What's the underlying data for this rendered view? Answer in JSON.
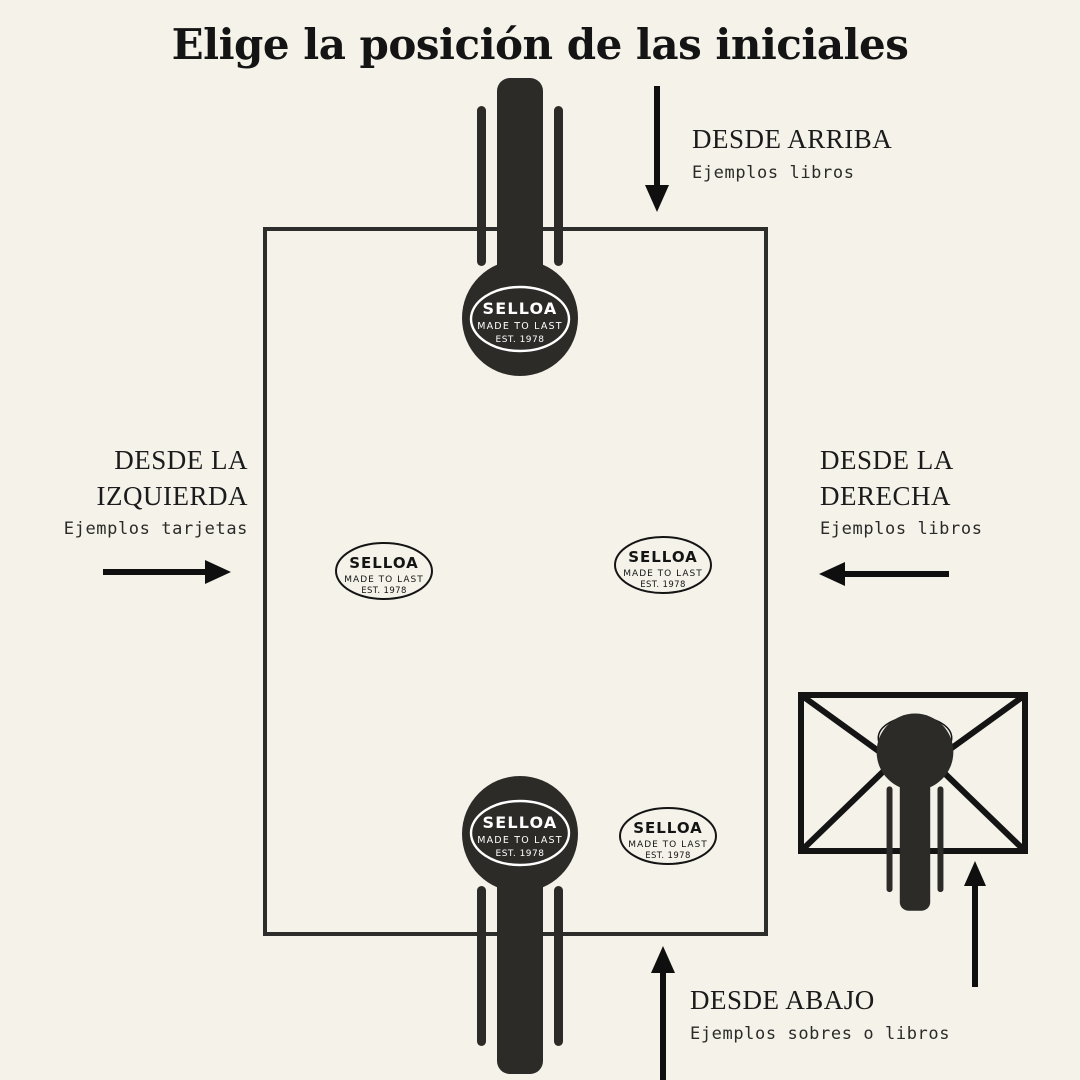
{
  "page": {
    "title": "Elige la posición de las iniciales",
    "background_color": "#f4f2e9",
    "ink_color": "#1b1b1b"
  },
  "labels": {
    "top": {
      "heading": "DESDE ARRIBA",
      "subtext": "Ejemplos libros"
    },
    "left": {
      "heading_line1": "DESDE LA",
      "heading_line2": "IZQUIERDA",
      "subtext": "Ejemplos tarjetas"
    },
    "right": {
      "heading_line1": "DESDE LA",
      "heading_line2": "DERECHA",
      "subtext": "Ejemplos libros"
    },
    "bottom": {
      "heading": "DESDE ABAJO",
      "subtext": "Ejemplos sobres o libros"
    }
  },
  "stamp": {
    "brand": "SELLOA",
    "tagline": "MADE TO LAST",
    "established": "EST. 1978",
    "body_color": "#2d2b28",
    "seal_outline_color": "#ffffff",
    "imprint_color": "#141414"
  },
  "arrows": {
    "top": "arrow-down",
    "left": "arrow-right",
    "right": "arrow-left",
    "bottom": "arrow-up",
    "envelope": "arrow-up"
  },
  "objects": {
    "paper_label": "paper-sheet-outline",
    "envelope_label": "envelope-outline"
  }
}
